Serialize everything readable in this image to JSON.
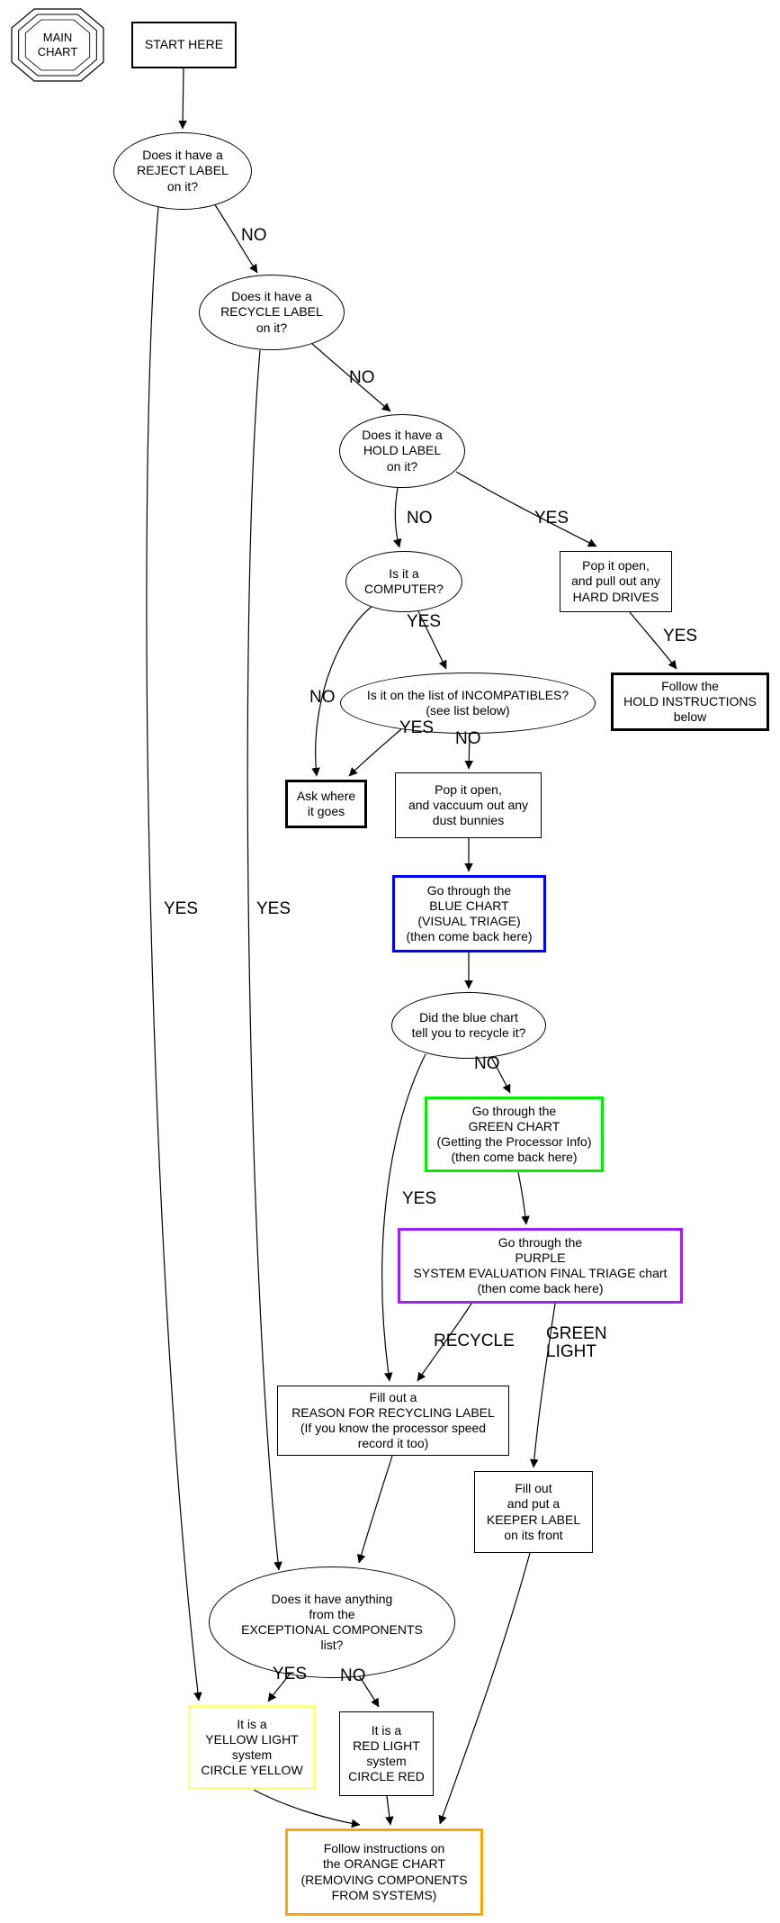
{
  "title_node": {
    "label": "MAIN\nCHART"
  },
  "nodes": {
    "start": "START HERE",
    "reject_q": "Does it have a\nREJECT LABEL\non it?",
    "recycle_q": "Does it have a\nRECYCLE LABEL\non it?",
    "hold_q": "Does it have a\nHOLD LABEL\non it?",
    "computer_q": "Is it a\nCOMPUTER?",
    "incompatibles_q": "Is it on the list of INCOMPATIBLES?\n(see list below)",
    "pull_hard_drives": "Pop it open,\nand pull out any\nHARD DRIVES",
    "hold_instructions": "Follow the\nHOLD INSTRUCTIONS\nbelow",
    "ask_where": "Ask where\nit goes",
    "dust_bunnies": "Pop it open,\nand vaccuum out any\ndust bunnies",
    "blue_chart": "Go through the\nBLUE CHART\n(VISUAL TRIAGE)\n(then come back here)",
    "blue_recycle_q": "Did the blue chart\ntell you to recycle it?",
    "green_chart": "Go through the\nGREEN CHART\n(Getting the Processor Info)\n(then come back here)",
    "purple_chart": "Go through the\nPURPLE\nSYSTEM EVALUATION FINAL TRIAGE chart\n(then come back here)",
    "recycling_label": "Fill out a\nREASON FOR RECYCLING LABEL\n(If you know the processor speed\nrecord it too)",
    "keeper_label": "Fill out\nand put a\nKEEPER LABEL\non its front",
    "exceptional_q": "Does it have anything\nfrom the\nEXCEPTIONAL COMPONENTS\nlist?",
    "yellow_light": "It is a\nYELLOW LIGHT\nsystem\nCIRCLE YELLOW",
    "red_light": "It is a\nRED LIGHT\nsystem\nCIRCLE RED",
    "orange_chart": "Follow instructions on\nthe ORANGE CHART\n(REMOVING COMPONENTS\nFROM SYSTEMS)"
  },
  "edge_labels": {
    "reject_no": "NO",
    "recycle_no": "NO",
    "hold_no": "NO",
    "hold_yes": "YES",
    "harddrive_yes": "YES",
    "computer_yes": "YES",
    "computer_no": "NO",
    "incompat_yes": "YES",
    "incompat_no": "NO",
    "blueq_no": "NO",
    "blueq_yes": "YES",
    "purple_recycle": "RECYCLE",
    "purple_green_light": "GREEN\nLIGHT",
    "reject_yes": "YES",
    "recycle_yes": "YES",
    "exceptional_yes": "YES",
    "exceptional_no": "NO"
  },
  "colors": {
    "blue": "#0000ff",
    "green": "#00ee00",
    "purple": "#a020f0",
    "yellow": "#ffff88",
    "orange": "#ffa500"
  }
}
